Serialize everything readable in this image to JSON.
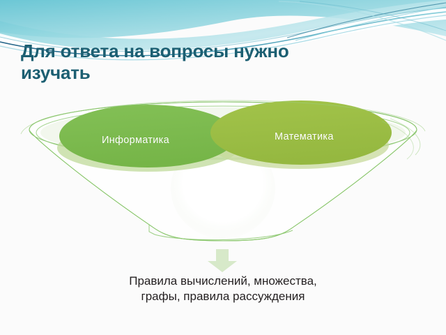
{
  "slide": {
    "title": "Для ответа на вопросы нужно изучать",
    "title_line1": "Для ответа на вопросы нужно",
    "title_line2": "изучать",
    "caption_line1": "Правила вычислений, множества,",
    "caption_line2": "графы, правила рассуждения",
    "caption": "Правила вычислений, множества, графы, правила рассуждения"
  },
  "diagram": {
    "type": "funnel",
    "name": "funnel-diagram",
    "items": [
      {
        "label": "Информатика",
        "color": "#7EBC50"
      },
      {
        "label": "Математика",
        "color": "#9CBE45"
      }
    ],
    "outline_color": "#8CC76B",
    "arrow_icon": "arrow-down-icon",
    "arrow_color": "#D6E9C8"
  },
  "theme": {
    "background": "#FBFBFB",
    "title_color": "#1C5F72",
    "caption_color": "#231F20",
    "header_wave_light": "#C9EAEF",
    "header_wave_mid": "#6FC8D4",
    "header_wave_dark": "#2D7C94",
    "header_wave_deep": "#1E5F84"
  }
}
